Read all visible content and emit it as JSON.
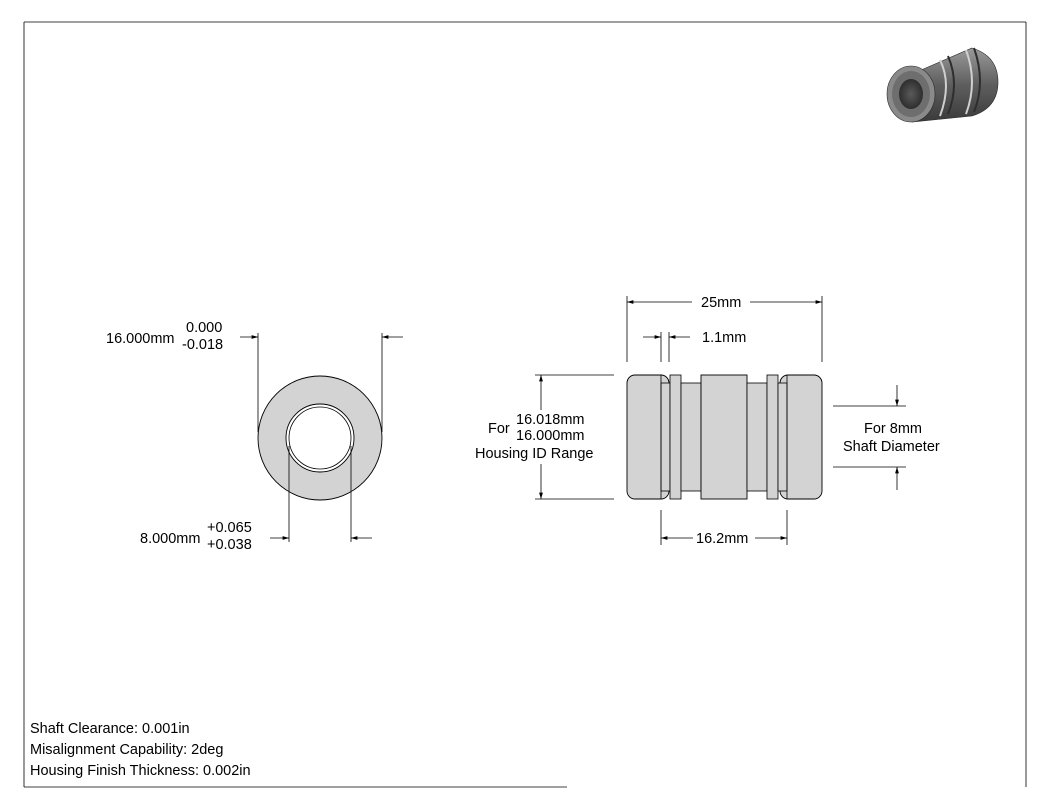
{
  "front_view": {
    "housing_dia": {
      "nominal": "16.000mm",
      "upper": "0.000",
      "lower": "-0.018"
    },
    "shaft_dia": {
      "nominal": "8.000mm",
      "upper": "+0.065",
      "lower": "+0.038"
    }
  },
  "side_view": {
    "overall_length": "25mm",
    "groove_width": "1.1mm",
    "groove_spacing": "16.2mm",
    "housing_range": {
      "prefix": "For",
      "max": "16.018mm",
      "min": "16.000mm",
      "suffix": "Housing ID Range"
    },
    "shaft_note": {
      "line1": "For 8mm",
      "line2": "Shaft Diameter"
    }
  },
  "notes": [
    "Shaft Clearance: 0.001in",
    "Misalignment Capability: 2deg",
    "Housing Finish Thickness: 0.002in"
  ],
  "colors": {
    "part_fill": "#d3d3d3",
    "line": "#000000",
    "iso_dark": "#4a4a4a",
    "iso_mid": "#7a7a7a"
  },
  "icons": {
    "iso_view": "bearing-3d-render"
  }
}
